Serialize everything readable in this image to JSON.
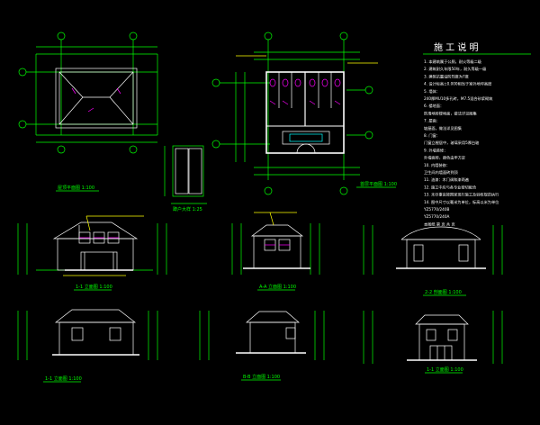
{
  "notes": {
    "title": "施 工 说 明",
    "lines": [
      "1. 本建筑属于公厕，耐火等级二级",
      "2. 建筑耐久年限50年，耐久等级一级",
      "3. 建筑抗震设防烈度为7度",
      "4. 设计标高±0.000相当于室外地坪高度",
      "5. 墙体：",
      "   240厚MU10多孔砖，M7.5混合砂浆砌筑",
      "6. 楼地面：",
      "   防滑地砖楼地面，做法详见图集",
      "7. 屋面：",
      "   坡屋面，做法详见图集",
      "8. 门窗：",
      "   门窗立樘居中，玻璃采用5厚白玻",
      "9. 外墙装修：",
      "   外墙面砖，颜色由甲方定",
      "10. 内墙装修：",
      "   卫生间内墙面砖到顶",
      "11. 油漆：木门调和漆两遍",
      "12. 施工中应与各专业密切配合",
      "13. 未尽事宜按国家现行施工及验收规范执行",
      "14. 图中尺寸以毫米为单位，标高以米为单位",
      "    YZ5770/240B",
      "    YZ5770/240A",
      "    本图纸 第 页 共 页"
    ]
  },
  "views": {
    "roof_plan": "屋顶平面图 1:100",
    "door_detail": "蹲户大样 1:25",
    "floor_plan": "首层平面图 1:100",
    "elev_top_left": "1-1  立面图 1:100",
    "elev_top_mid": "A-A  立面图 1:100",
    "elev_top_right": "2-2  剖面图 1:100",
    "elev_bot_left": "1-1  立面图 1:100",
    "elev_bot_mid": "B-B  立面图 1:100",
    "elev_bot_right": "1-1  立面图 1:100"
  },
  "colors": {
    "background": "#000000",
    "line_green": "#00ff00",
    "line_white": "#ffffff",
    "fixture_magenta": "#ff00ff",
    "note_yellow": "#ffff00"
  }
}
